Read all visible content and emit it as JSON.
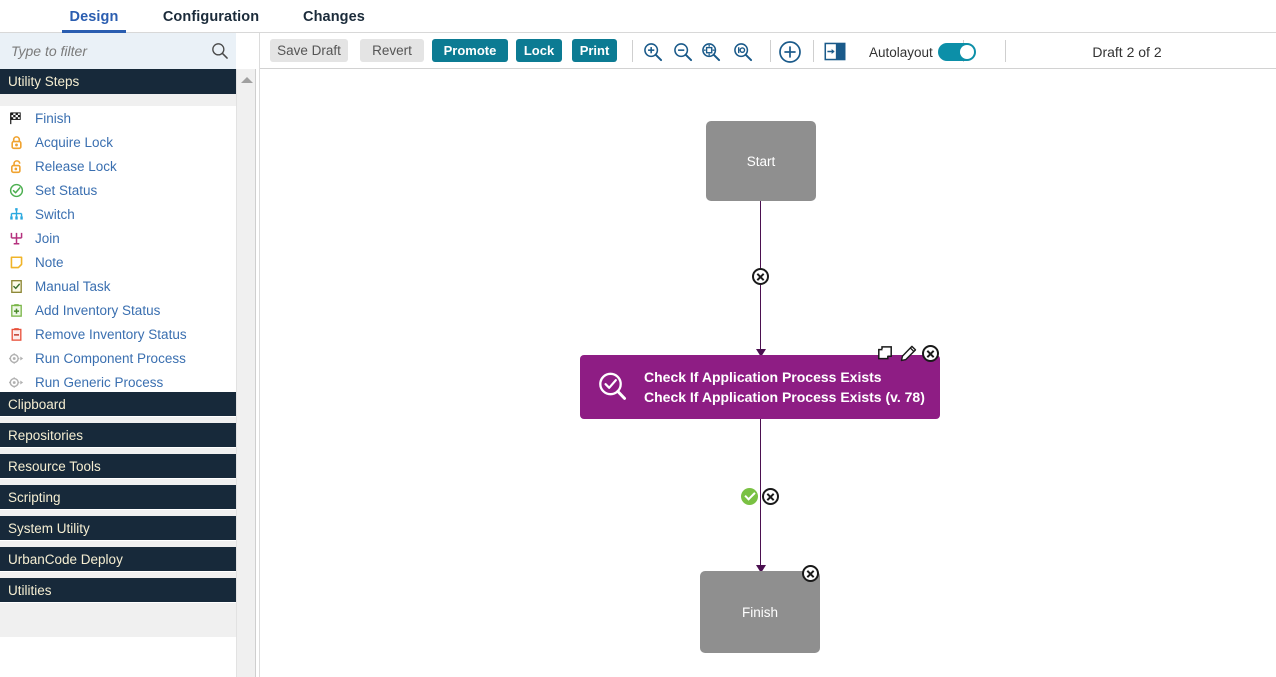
{
  "tabs": [
    {
      "label": "Design",
      "active": true
    },
    {
      "label": "Configuration",
      "active": false
    },
    {
      "label": "Changes",
      "active": false
    }
  ],
  "sidebar": {
    "filter": {
      "placeholder": "Type to filter",
      "value": ""
    },
    "search_icon": "search-icon",
    "collapse_icon": "collapse-panel-icon",
    "groups": [
      {
        "label": "Utility Steps",
        "expanded": true
      },
      {
        "label": "Clipboard",
        "expanded": false
      },
      {
        "label": "Repositories",
        "expanded": false
      },
      {
        "label": "Resource Tools",
        "expanded": false
      },
      {
        "label": "Scripting",
        "expanded": false
      },
      {
        "label": "System Utility",
        "expanded": false
      },
      {
        "label": "UrbanCode Deploy",
        "expanded": false
      },
      {
        "label": "Utilities",
        "expanded": false
      }
    ],
    "steps": [
      {
        "label": "Finish",
        "icon": "checkered-flag-icon",
        "color": "#1a1a1a"
      },
      {
        "label": "Acquire Lock",
        "icon": "lock-closed-icon",
        "color": "#f0a22e"
      },
      {
        "label": "Release Lock",
        "icon": "lock-open-icon",
        "color": "#f0a22e"
      },
      {
        "label": "Set Status",
        "icon": "check-circle-icon",
        "color": "#4caf50"
      },
      {
        "label": "Switch",
        "icon": "switch-branch-icon",
        "color": "#29a8df"
      },
      {
        "label": "Join",
        "icon": "join-icon",
        "color": "#b5317e"
      },
      {
        "label": "Note",
        "icon": "note-icon",
        "color": "#f0b429"
      },
      {
        "label": "Manual Task",
        "icon": "manual-task-icon",
        "color": "#8a8431"
      },
      {
        "label": "Add Inventory Status",
        "icon": "add-inventory-icon",
        "color": "#7ab648"
      },
      {
        "label": "Remove Inventory Status",
        "icon": "remove-inventory-icon",
        "color": "#e8503a"
      },
      {
        "label": "Run Component Process",
        "icon": "gear-run-icon",
        "color": "#b0b0b0"
      },
      {
        "label": "Run Generic Process",
        "icon": "gear-run-icon",
        "color": "#b0b0b0"
      }
    ]
  },
  "toolbar": {
    "buttons": [
      {
        "label": "Save Draft",
        "style": "grey"
      },
      {
        "label": "Revert",
        "style": "grey"
      },
      {
        "label": "Promote",
        "style": "teal"
      },
      {
        "label": "Lock",
        "style": "teal"
      },
      {
        "label": "Print",
        "style": "teal"
      }
    ],
    "zoom_in_icon": "zoom-in-icon",
    "zoom_out_icon": "zoom-out-icon",
    "zoom_fit_icon": "zoom-fit-icon",
    "zoom_actual_icon": "zoom-actual-size-icon",
    "add_icon": "add-circle-icon",
    "panel_icon": "show-properties-panel-icon",
    "autolayout_label": "Autolayout",
    "autolayout_on": true,
    "draft_status": "Draft 2 of 2",
    "nav_prev_icon": "nav-previous-icon",
    "nav_next_icon": "nav-next-icon",
    "nav_last_icon": "nav-last-icon"
  },
  "canvas": {
    "nodes": [
      {
        "id": "start",
        "label": "Start",
        "type": "terminal"
      },
      {
        "id": "process",
        "title": "Check If Application Process Exists",
        "subtitle": "Check If Application Process Exists (v. 78)",
        "type": "process",
        "icon": "search-check-icon",
        "color": "#8e1d84"
      },
      {
        "id": "finish",
        "label": "Finish",
        "type": "terminal"
      }
    ],
    "node_tools": {
      "copy_icon": "copy-icon",
      "edit_icon": "edit-pencil-icon",
      "delete_icon": "delete-x-icon"
    },
    "edge_markers": {
      "delete_icon": "delete-x-icon",
      "success_icon": "success-check-icon"
    }
  },
  "colors": {
    "accent_blue": "#2a5db0",
    "teal_button": "#0c7b93",
    "sidebar_header": "#17293a",
    "process_node": "#8e1d84",
    "terminal_node": "#8f8f8f",
    "edge": "#4b1050",
    "success_green": "#7ac143"
  }
}
